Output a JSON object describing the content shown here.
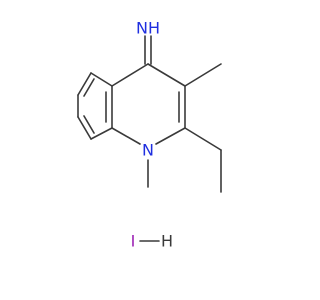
{
  "molecule": {
    "atom_labels": {
      "imine_nh": "NH",
      "ring_nitrogen": "N",
      "iodine": "I",
      "hydrogen": "H"
    },
    "colors": {
      "bond": "#3a3a3a",
      "nitrogen": "#1f2fe0",
      "iodine": "#9b1fb3",
      "hydrogen": "#3a3a3a",
      "background": "#ffffff"
    }
  }
}
